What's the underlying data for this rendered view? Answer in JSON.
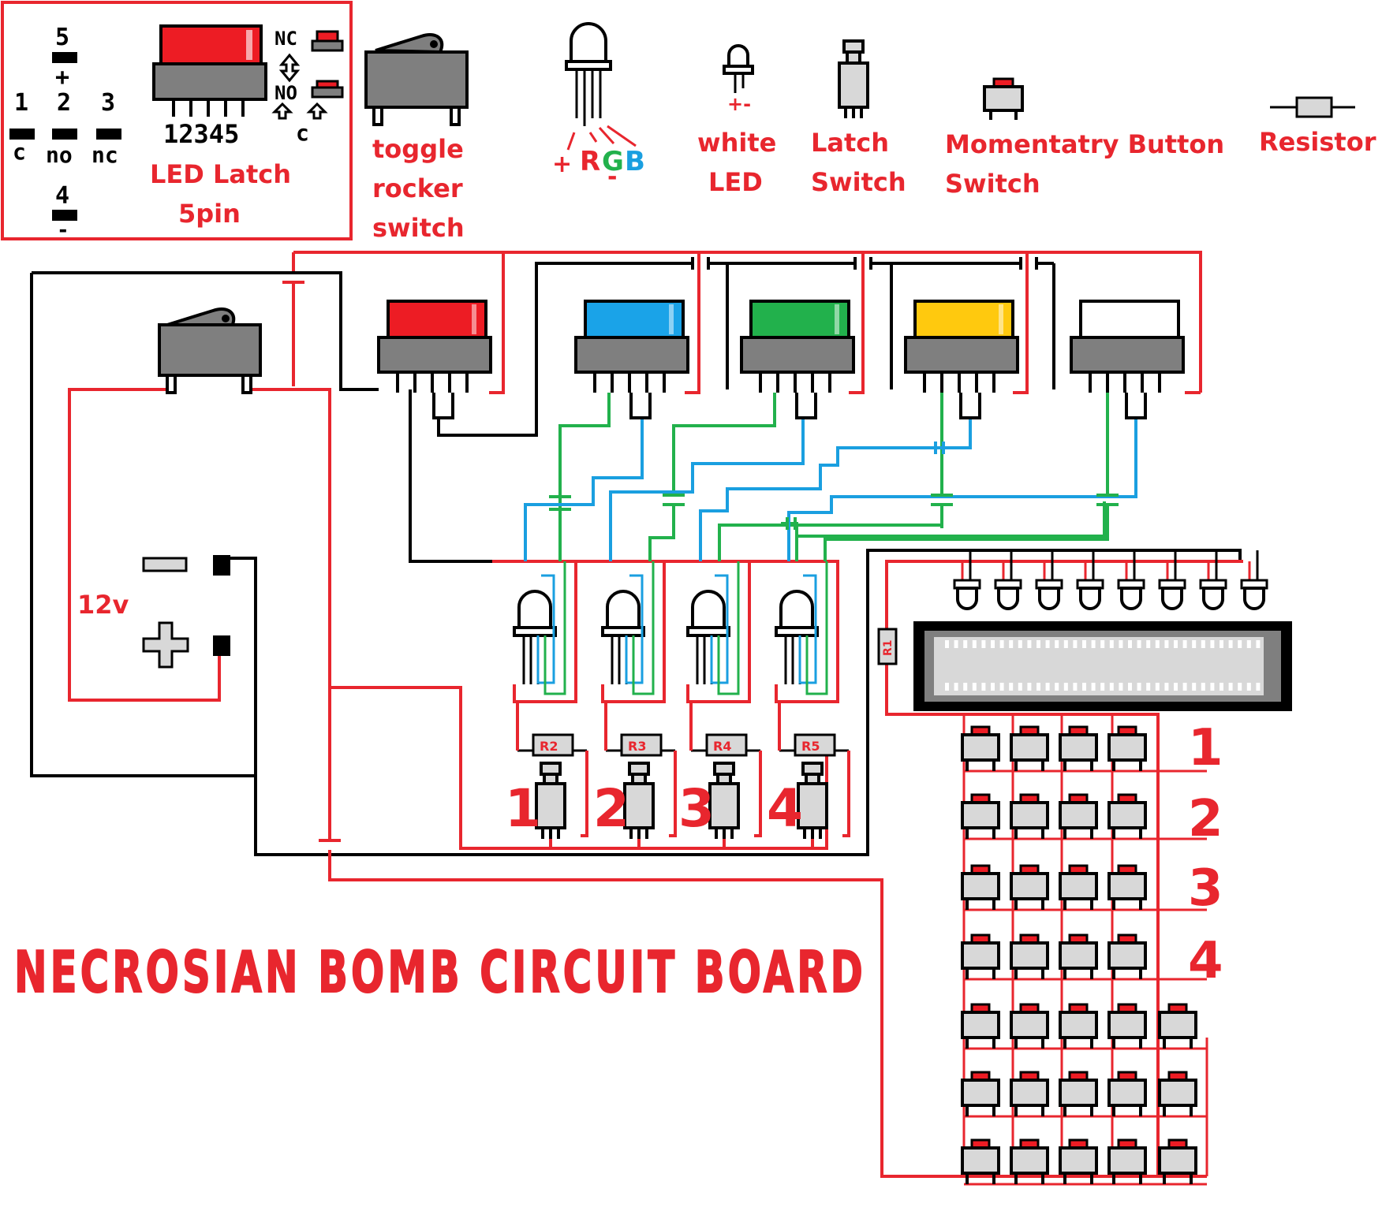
{
  "legend": {
    "led_latch_pins": {
      "p5": "5",
      "plus": "+",
      "p1": "1",
      "p2": "2",
      "p3": "3",
      "c": "c",
      "no": "no",
      "nc": "nc",
      "p4": "4",
      "minus": "-",
      "numbers": "12345",
      "nc_top": "NC",
      "no_bottom": "NO",
      "c_small": "c"
    },
    "led_latch_title_line1": "LED Latch",
    "led_latch_title_line2": "5pin",
    "toggle_line1": "toggle",
    "toggle_line2": "rocker",
    "toggle_line3": "switch",
    "rgb_plus": "+",
    "rgb_r": "R",
    "rgb_g": "G",
    "rgb_b": "B",
    "rgb_minus": "-",
    "white_led_sign": "+-",
    "white_led_line1": "white",
    "white_led_line2": "LED",
    "latch_line1": "Latch",
    "latch_line2": "Switch",
    "momentary_line1": "Momentatry Button",
    "momentary_line2": "Switch",
    "resistor": "Resistor"
  },
  "battery": {
    "voltage": "12v"
  },
  "resistors": [
    "R1",
    "R2",
    "R3",
    "R4",
    "R5"
  ],
  "latch_numbers": [
    "1",
    "2",
    "3",
    "4"
  ],
  "keypad_row_labels": [
    "1",
    "2",
    "3",
    "4"
  ],
  "title": "NECROSIAN BOMB CIRCUIT BOARD",
  "colors": {
    "wire_red": "#e8262e",
    "wire_black": "#000000",
    "wire_green": "#22b14c",
    "wire_blue": "#1a9fe0",
    "body_gray": "#7f7f7f",
    "light_gray": "#d8d8d8",
    "led_red": "#ed1c24",
    "led_blue": "#1aa3e8",
    "led_green": "#22b14c",
    "led_yellow": "#ffc90e",
    "led_white": "#ffffff"
  },
  "latch_led_colors": [
    "led_red",
    "led_blue",
    "led_green",
    "led_yellow",
    "led_white"
  ]
}
